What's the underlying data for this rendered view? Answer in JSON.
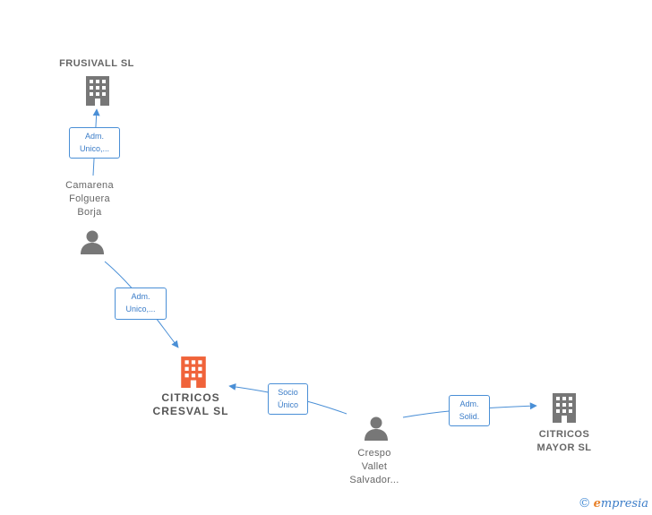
{
  "colors": {
    "edge": "#4a8fd6",
    "icon_default": "#777777",
    "icon_main": "#f0633a"
  },
  "nodes": {
    "frusivall": {
      "label": "FRUSIVALL SL",
      "icon": "building-icon"
    },
    "camarena": {
      "lines": [
        "Camarena",
        "Folguera",
        "Borja"
      ],
      "icon": "person-icon"
    },
    "cresval": {
      "lines": [
        "CITRICOS",
        "CRESVAL SL"
      ],
      "icon": "building-icon"
    },
    "crespo": {
      "lines": [
        "Crespo",
        "Vallet",
        "Salvador..."
      ],
      "icon": "person-icon"
    },
    "mayor": {
      "lines": [
        "CITRICOS",
        "MAYOR SL"
      ],
      "icon": "building-icon"
    }
  },
  "edges": {
    "camarena_frusivall": [
      "Adm.",
      "Unico,..."
    ],
    "camarena_cresval": [
      "Adm.",
      "Unico,..."
    ],
    "crespo_cresval": [
      "Socio",
      "Único"
    ],
    "crespo_mayor": [
      "Adm.",
      "Solid."
    ]
  },
  "watermark": {
    "copyright": "©",
    "brand_initial": "e",
    "brand_rest": "mpresia"
  }
}
